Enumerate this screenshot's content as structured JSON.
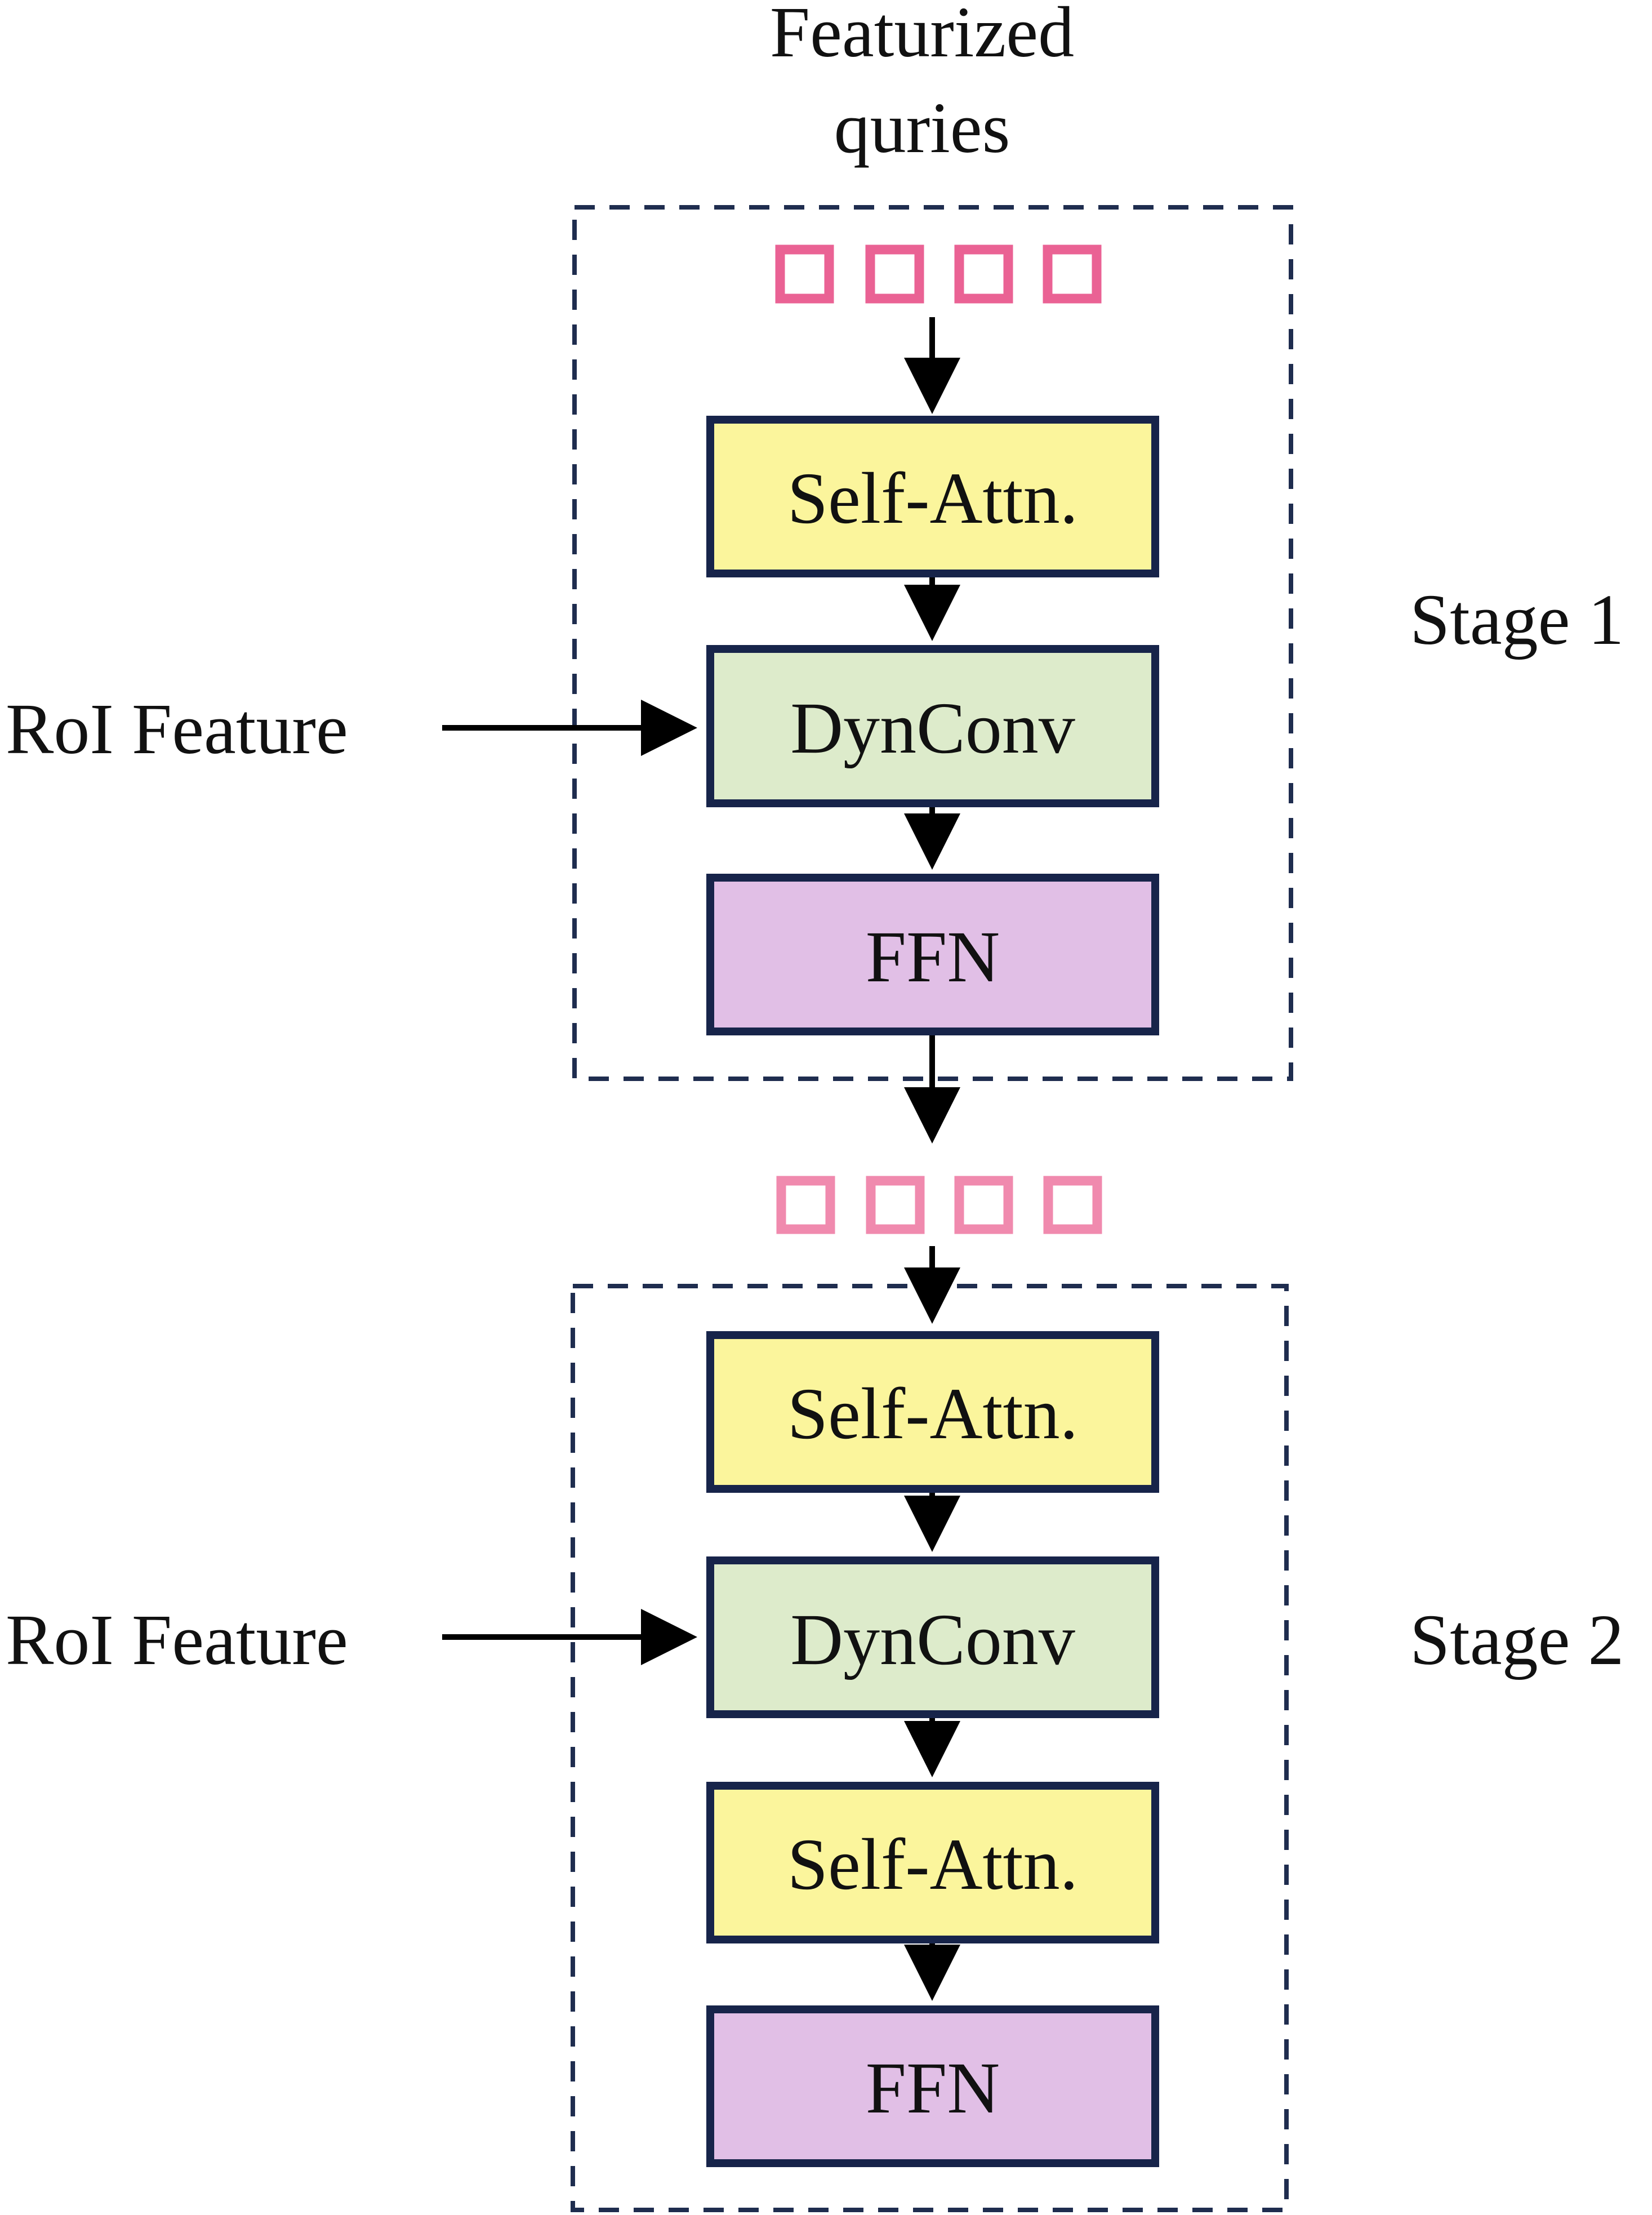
{
  "header": {
    "line1": "Featurized",
    "line2": "quries"
  },
  "stage1": {
    "label": "Stage 1",
    "input_label": "RoI Feature",
    "blocks": [
      {
        "label": "Self-Attn.",
        "color": "#FBF59C"
      },
      {
        "label": "DynConv",
        "color": "#DDEBCB"
      },
      {
        "label": "FFN",
        "color": "#E1BFE6"
      }
    ]
  },
  "stage2": {
    "label": "Stage 2",
    "input_label": "RoI Feature",
    "blocks": [
      {
        "label": "Self-Attn.",
        "color": "#FBF59C"
      },
      {
        "label": "DynConv",
        "color": "#DDEBCB"
      },
      {
        "label": "Self-Attn.",
        "color": "#FBF59C"
      },
      {
        "label": "FFN",
        "color": "#E1BFE6"
      }
    ]
  },
  "colors": {
    "query_square": "#EA6294",
    "query_square_light": "#F08AAE",
    "box_border": "#17244A",
    "dashed_border": "#1F2D4F",
    "arrow": "#000000"
  }
}
